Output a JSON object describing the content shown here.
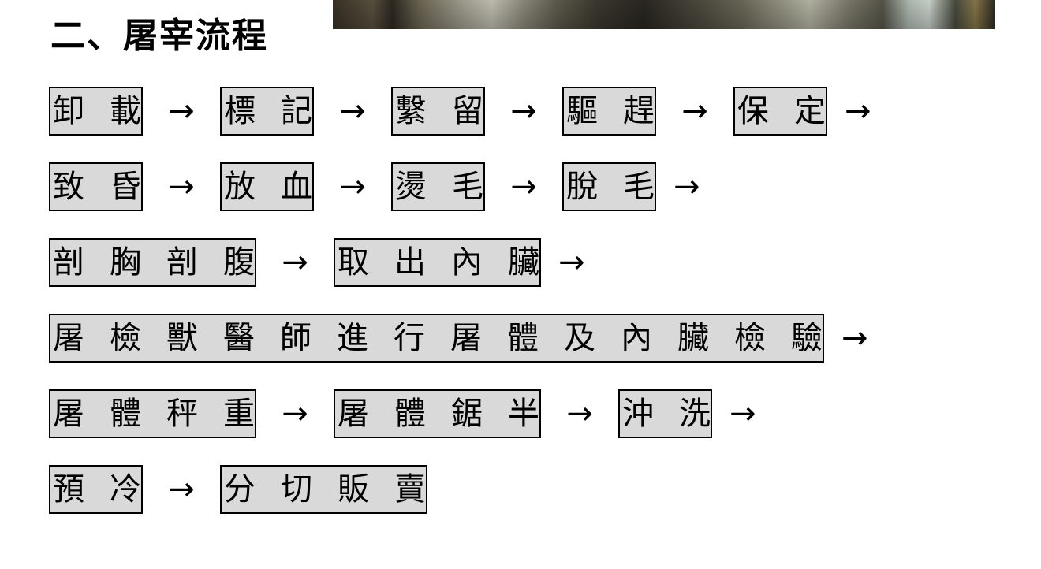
{
  "page": {
    "title": "二、屠宰流程"
  },
  "colors": {
    "box_fill": "#d9d9d9",
    "box_border": "#000000",
    "text": "#000000",
    "background": "#ffffff"
  },
  "arrow_symbol": "→",
  "flow": {
    "rows": [
      {
        "steps": [
          "卸載",
          "標記",
          "繫留",
          "驅趕",
          "保定"
        ]
      },
      {
        "steps": [
          "致昏",
          "放血",
          "燙毛",
          "脫毛"
        ]
      },
      {
        "steps": [
          "剖胸剖腹",
          "取出內臟"
        ]
      },
      {
        "steps": [
          "屠檢獸醫師進行屠體及內臟檢驗"
        ]
      },
      {
        "steps": [
          "屠體秤重",
          "屠體鋸半",
          "沖洗"
        ]
      },
      {
        "steps": [
          "預冷",
          "分切販賣"
        ]
      }
    ]
  }
}
